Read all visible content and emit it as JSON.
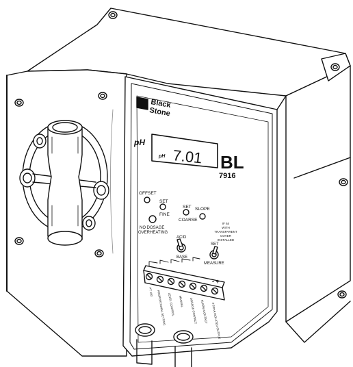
{
  "brand": {
    "line1": "Black",
    "line2": "Stone"
  },
  "display": {
    "outer_label": "pH",
    "inner_label": "pH",
    "reading": "7.01"
  },
  "model": {
    "series": "BL",
    "number": "7916"
  },
  "adjusters": {
    "offset": "OFFSET",
    "set_fine_top": "SET",
    "set_fine_bottom": "FINE",
    "set_coarse_top": "SET",
    "set_coarse_bottom": "COARSE",
    "slope": "SLOPE"
  },
  "note": {
    "line1": "IF 64",
    "line2": "WITH",
    "line3": "TRANSPARENT",
    "line4": "COVER",
    "line5": "INSTALLED"
  },
  "indicator": {
    "line1": "NO DOSAGE",
    "line2": "OVERHEATING"
  },
  "switches": {
    "acid_base_top": "ACID",
    "acid_base_bottom": "BASE",
    "set_measure_top": "SET",
    "set_measure_bottom": "MEASURE"
  },
  "terminals": {
    "polarity": "- +",
    "labels": [
      "PT 100",
      "PROPORTIONAL SETTING",
      "LEVEL CONTROL",
      "MANUAL",
      "DOSAGE CONTACT",
      "ALARM CONTACT",
      "4-20mA ISOLATED OUTPUT"
    ]
  }
}
